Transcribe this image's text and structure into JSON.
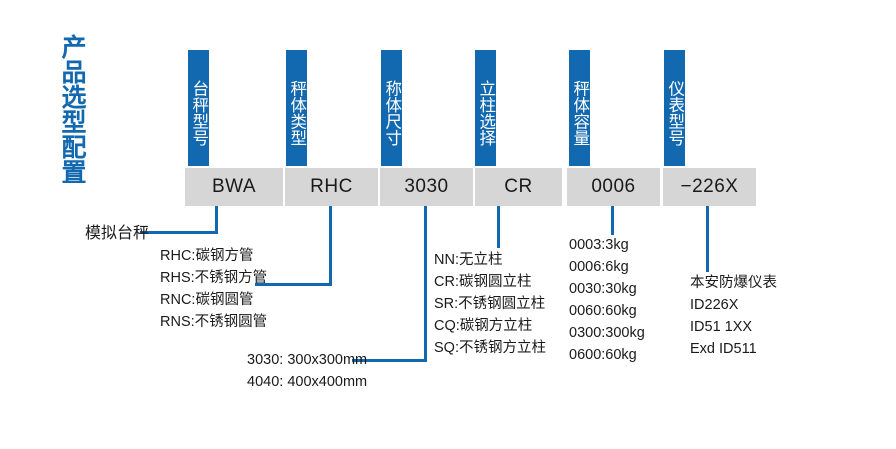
{
  "title": "产品选型配置",
  "colors": {
    "brand_blue": "#1269B0",
    "value_gray": "#D6D6D6",
    "text": "#1a1a1a",
    "background": "#ffffff"
  },
  "columns": [
    {
      "header": "台秤型号",
      "value": "BWA"
    },
    {
      "header": "秤体类型",
      "value": "RHC"
    },
    {
      "header": "称体尺寸",
      "value": "3030"
    },
    {
      "header": "立柱选择",
      "value": "CR"
    },
    {
      "header": "秤体容量",
      "value": "0006"
    },
    {
      "header": "仪表型号",
      "value": "−226X"
    }
  ],
  "annotations": {
    "model": "模拟台秤",
    "body_type": "RHC:碳钢方管\nRHS:不锈钢方管\nRNC:碳钢圆管\nRNS:不锈钢圆管",
    "size": "3030: 300x300mm\n4040: 400x400mm",
    "column_option": "NN:无立柱\nCR:碳钢圆立柱\nSR:不锈钢圆立柱\nCQ:碳钢方立柱\nSQ:不锈钢方立柱",
    "capacity": "0003:3kg\n0006:6kg\n0030:30kg\n0060:60kg\n0300:300kg\n0600:60kg",
    "instrument": "本安防爆仪表\nID226X\nID51 1XX\nExd ID511"
  }
}
